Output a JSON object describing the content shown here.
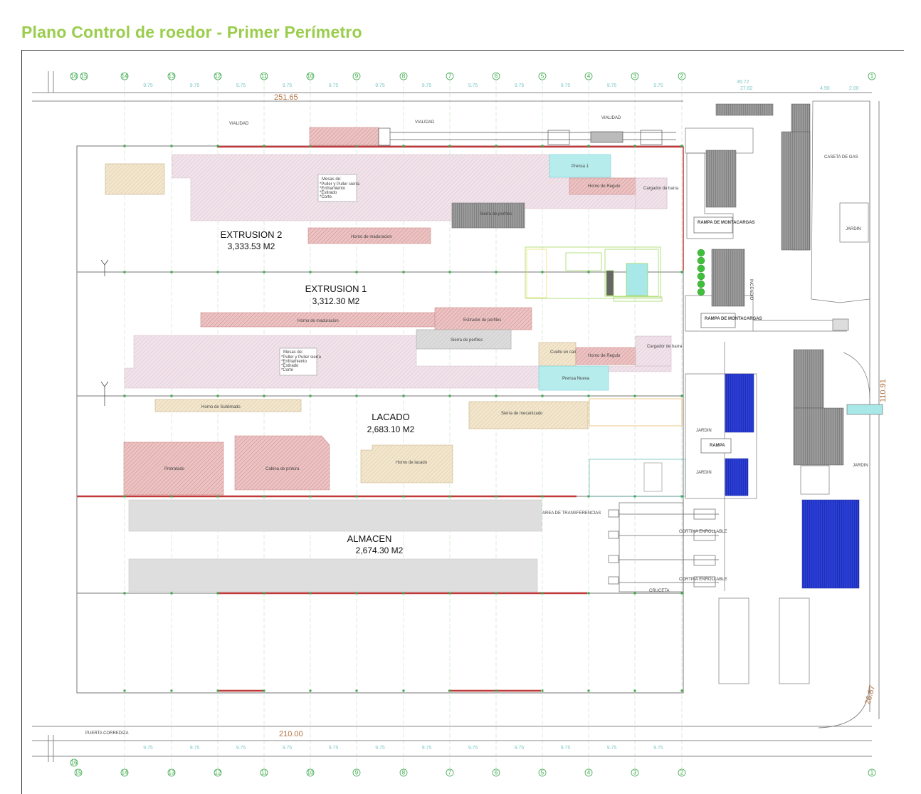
{
  "title": "Plano Control de roedor - Primer Perímetro",
  "grid": {
    "top_axis": [
      "16",
      "15",
      "14",
      "13",
      "12",
      "11",
      "10",
      "9",
      "8",
      "7",
      "6",
      "5",
      "4",
      "3",
      "2",
      "1"
    ],
    "bottom_axis": [
      "15",
      "14",
      "13",
      "12",
      "11",
      "10",
      "9",
      "8",
      "7",
      "6",
      "5",
      "4",
      "3",
      "2",
      "1"
    ],
    "spacing_label": "9.75"
  },
  "dimensions": {
    "top_total": "251.65",
    "bottom_total": "210.00",
    "right_side": "110.91",
    "corner": "26.87",
    "top_right_a": "36.72",
    "top_right_b": "27.82",
    "top_right_c": "4.90",
    "top_right_d": "2.00"
  },
  "roads": [
    "VIALIDAD",
    "VIALIDAD",
    "VIALIDAD"
  ],
  "zones": [
    {
      "name": "EXTRUSION 2",
      "area": "3,333.53 M2"
    },
    {
      "name": "EXTRUSION 1",
      "area": "3,312.30 M2"
    },
    {
      "name": "LACADO",
      "area": "2,683.10 M2"
    },
    {
      "name": "ALMACEN",
      "area": "2,674.30 M2"
    }
  ],
  "equipment": {
    "prensa1": "Prensa 1",
    "horno_regulo": "Horno de Regulo",
    "cargador": "Cargador de barra",
    "sierra_perfiles": "Sierra de perfiles",
    "horno_maduracion": "Horno de maduracion",
    "horno_maduracion2": "Horno de maduracion",
    "estirador": "Estirador de perfiles",
    "sierra_perfiles2": "Sierra de perfiles",
    "cuello": "Cuello en caliente",
    "horno_regulo2": "Horno de Regulo",
    "cargador2": "Cargador de barra",
    "prensa2": "Prensa Nueva",
    "horno_sublimado": "Horno de Sublimado",
    "sierra_mecanizado": "Sierra de mecanizado",
    "pretratado": "Pretratado",
    "cabina_pintura": "Cabina de pintura",
    "horno_lacado": "Horno de lacado",
    "mesas": "Mesas de:",
    "mesas_items": [
      "*Puller y Puller sierra",
      "*Enfriamiento",
      "*Estirado",
      "*Corte"
    ],
    "mesas2": "Mesas de:",
    "mesas2_items": [
      "*Puller y Puller sierra",
      "*Enfriamiento",
      "*Estirado",
      "*Corte"
    ]
  },
  "service": {
    "rampa1": "RAMPA DE MONTACARGAS",
    "rampa2": "RAMPA DE MONTACARGAS",
    "rampa3": "RAMPA",
    "jardin1": "JARDIN",
    "jardin2": "JARDIN",
    "jardin3": "JARDIN",
    "jardin4": "JARDIN",
    "area_transfer": "AREA DE TRANSFERENCIAS",
    "cortina1": "CORTINA ENROLLABLE",
    "cortina2": "CORTINA ENROLLABLE",
    "cruceta": "CRUCETA",
    "caseta": "CASETA DE GAS",
    "puerta": "PUERTA CORREDIZA",
    "incendio": "INCENDIO"
  },
  "colors": {
    "title": "#9acd4c",
    "grid": "#3aa84a",
    "wall_red": "#c0393b",
    "pink": "#e8c9d6",
    "salmon": "#d9999a",
    "tan": "#ead9b8",
    "gray": "#c8c8c8",
    "cyan": "#a8e8e8",
    "blue": "#1f33c8"
  }
}
